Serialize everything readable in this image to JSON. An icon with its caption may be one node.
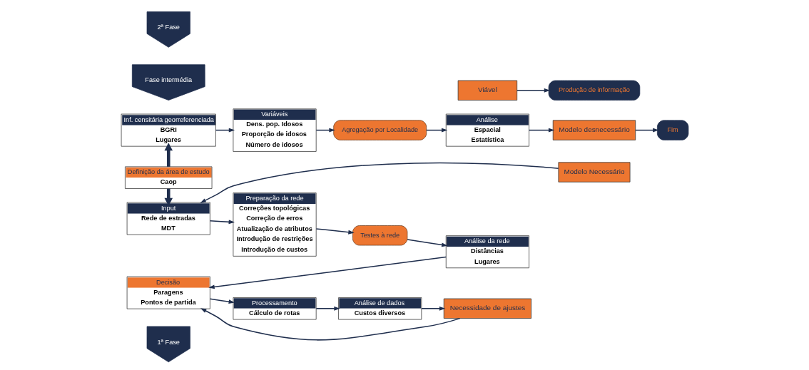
{
  "diagram": {
    "nodes": [
      {
        "text": [
          "1ª Fase"
        ]
      },
      {
        "text": [
          "Inf. censitária georreferenciada",
          "BGRI",
          "Lugares"
        ]
      },
      {
        "text": [
          "Variáveis",
          "Dens. pop. Idosos",
          "Proporção de idosos",
          "Número de idosos"
        ]
      },
      {
        "text": [
          "Agregação por Localidade"
        ]
      },
      {
        "text": [
          "Análise",
          "Espacial",
          "Estatística"
        ]
      },
      {
        "text": [
          "Modelo desnecessário"
        ]
      },
      {
        "text": [
          "Modelo Necessário"
        ]
      },
      {
        "text": [
          "Fim"
        ]
      },
      {
        "text": [
          "Definição da área de estudo",
          "Caop"
        ]
      },
      {
        "text": [
          "Fase intermédia"
        ]
      },
      {
        "text": [
          "Input",
          "Rede de estradas",
          "MDT"
        ]
      },
      {
        "text": [
          "Preparação da rede",
          "Correções topológicas",
          "Correção de erros",
          "Atualização de atributos",
          "Introdução de restrições",
          "Introdução de custos"
        ]
      },
      {
        "text": [
          "Testes à rede"
        ]
      },
      {
        "text": [
          "Análise da rede",
          "Distâncias",
          "Lugares"
        ]
      },
      {
        "text": [
          "2ª Fase"
        ]
      },
      {
        "text": [
          "Decisão",
          "Paragens",
          "Pontos de partida"
        ]
      },
      {
        "text": [
          "Processamento",
          "Cálculo de rotas"
        ]
      },
      {
        "text": [
          "Análise de dados",
          "Custos diversos"
        ]
      },
      {
        "text": [
          "Viável"
        ]
      },
      {
        "text": [
          "Necessidade de ajustes"
        ]
      },
      {
        "text": [
          "Produção de informação"
        ]
      }
    ],
    "edges": [
      {
        "from": 1,
        "to": 2,
        "arrow": "to"
      },
      {
        "from": 2,
        "to": 3,
        "arrow": "to"
      },
      {
        "from": 3,
        "to": 4,
        "arrow": "to"
      },
      {
        "from": 4,
        "to": 5,
        "arrow": "to"
      },
      {
        "from": 5,
        "to": 7,
        "arrow": "to"
      },
      {
        "from": 8,
        "to": 1,
        "arrow": "to",
        "style": "thick"
      },
      {
        "from": 8,
        "to": 10,
        "arrow": "to",
        "style": "thick"
      },
      {
        "from": 6,
        "to": 10,
        "arrow": "to"
      },
      {
        "from": 10,
        "to": 11,
        "arrow": "to"
      },
      {
        "from": 11,
        "to": 12,
        "arrow": "to"
      },
      {
        "from": 12,
        "to": 13,
        "arrow": "to"
      },
      {
        "from": 13,
        "to": 15,
        "arrow": "to"
      },
      {
        "from": 15,
        "to": 16,
        "arrow": "to"
      },
      {
        "from": 16,
        "to": 17,
        "arrow": "to"
      },
      {
        "from": 17,
        "to": 19,
        "arrow": "to"
      },
      {
        "from": 18,
        "to": 20,
        "arrow": "to"
      },
      {
        "from": 19,
        "to": 15,
        "arrow": "to"
      }
    ]
  }
}
